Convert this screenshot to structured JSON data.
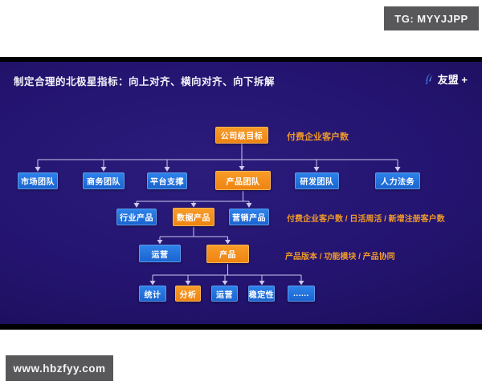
{
  "badges": {
    "tg": "TG: MYYJJPP",
    "website": "www.hbzfyy.com"
  },
  "slide": {
    "title": "制定合理的北极星指标：向上对齐、横向对齐、向下拆解",
    "logo_text": "友盟 +"
  },
  "tree": {
    "nodes": [
      {
        "id": "company-goal",
        "label": "公司级目标",
        "type": "orange",
        "level": 1
      },
      {
        "id": "market-team",
        "label": "市场团队",
        "type": "blue",
        "level": 2
      },
      {
        "id": "business-team",
        "label": "商务团队",
        "type": "blue",
        "level": 2
      },
      {
        "id": "platform-support",
        "label": "平台支撑",
        "type": "blue",
        "level": 2
      },
      {
        "id": "product-team",
        "label": "产品团队",
        "type": "orange",
        "level": 2
      },
      {
        "id": "rd-team",
        "label": "研发团队",
        "type": "blue",
        "level": 2
      },
      {
        "id": "hr-legal",
        "label": "人力法务",
        "type": "blue",
        "level": 2
      },
      {
        "id": "industry-product",
        "label": "行业产品",
        "type": "blue",
        "level": 3
      },
      {
        "id": "data-product",
        "label": "数据产品",
        "type": "orange",
        "level": 3
      },
      {
        "id": "marketing-product",
        "label": "营销产品",
        "type": "blue",
        "level": 3
      },
      {
        "id": "operation",
        "label": "运营",
        "type": "blue",
        "level": 4
      },
      {
        "id": "product",
        "label": "产品",
        "type": "orange",
        "level": 4
      },
      {
        "id": "statistics",
        "label": "统计",
        "type": "blue",
        "level": 5
      },
      {
        "id": "analysis",
        "label": "分析",
        "type": "orange",
        "level": 5
      },
      {
        "id": "operation-2",
        "label": "运营",
        "type": "blue",
        "level": 5
      },
      {
        "id": "stability",
        "label": "稳定性",
        "type": "blue",
        "level": 5
      },
      {
        "id": "more",
        "label": "......",
        "type": "blue",
        "level": 5
      }
    ],
    "annotations": [
      {
        "id": "metric-level-1",
        "text": "付费企业客户数"
      },
      {
        "id": "metric-level-3",
        "text": "付费企业客户数 / 日活周活 / 新增注册客户数"
      },
      {
        "id": "metric-level-4",
        "text": "产品版本 / 功能模块 / 产品协同"
      }
    ]
  },
  "colors": {
    "node_blue": "#2072d8",
    "node_orange": "#f6921e",
    "annotation_orange": "#f09a28",
    "connector": "#c9c9ef",
    "slide_background": "#221470",
    "badge_gray": "#58585a"
  }
}
